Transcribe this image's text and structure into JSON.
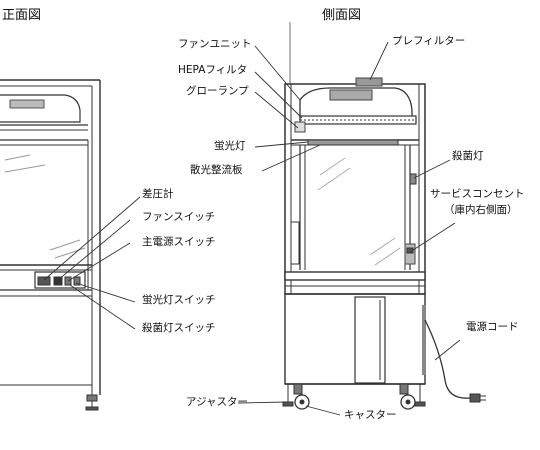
{
  "views": {
    "front_title": "正面図",
    "side_title": "側面図"
  },
  "labels": {
    "fan_unit": "ファンユニット",
    "prefilter": "プレフィルター",
    "hepa_filter": "HEPAフィルタ",
    "glow_lamp": "グローランプ",
    "fluorescent_lamp": "蛍光灯",
    "diffuser_rectifier": "散光整流板",
    "germicidal_lamp": "殺菌灯",
    "service_outlet": "サービスコンセント",
    "service_outlet_note": "（庫内右側面）",
    "differential_pressure_gauge": "差圧計",
    "fan_switch": "ファンスイッチ",
    "main_power_switch": "主電源スイッチ",
    "fluorescent_switch": "蛍光灯スイッチ",
    "germicidal_switch": "殺菌灯スイッチ",
    "power_cord": "電源コード",
    "adjuster": "アジャスター",
    "caster": "キャスター"
  }
}
